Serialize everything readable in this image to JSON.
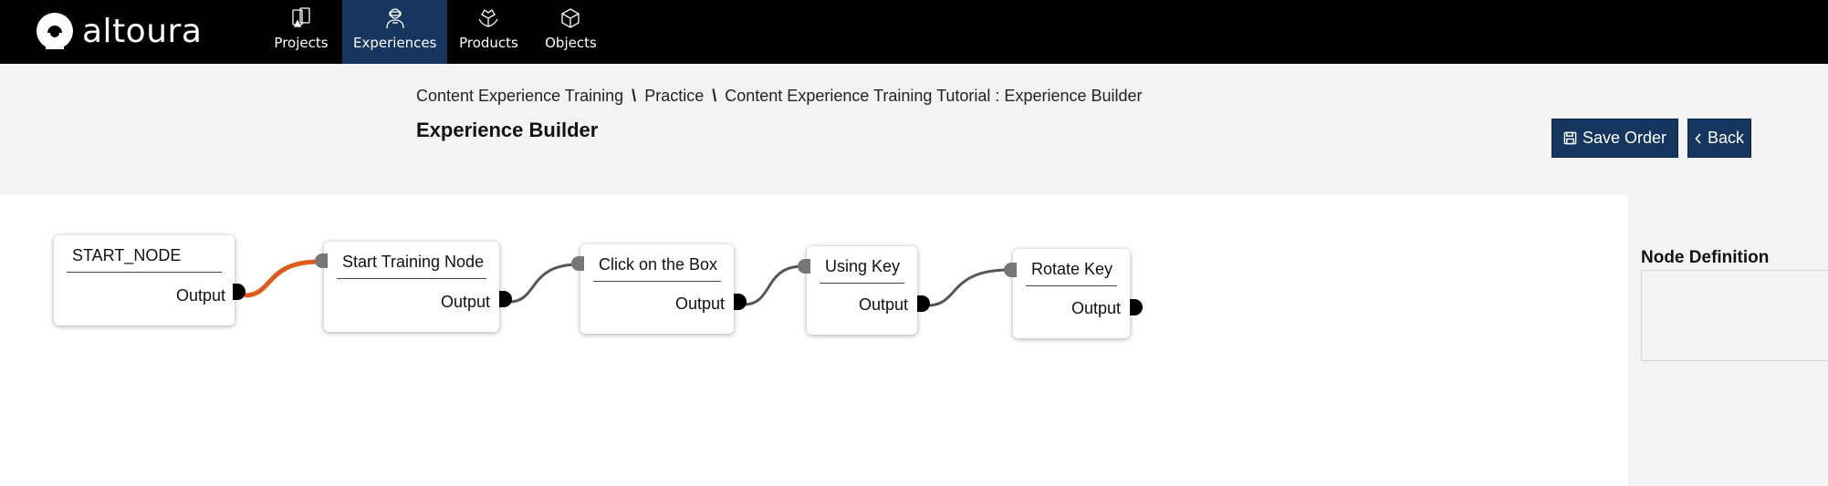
{
  "app": {
    "logo_text": "altoura"
  },
  "nav": {
    "items": [
      {
        "label": "Projects",
        "icon": "projects-icon"
      },
      {
        "label": "Experiences",
        "icon": "experiences-icon",
        "active": true
      },
      {
        "label": "Products",
        "icon": "products-icon"
      },
      {
        "label": "Objects",
        "icon": "objects-icon"
      }
    ]
  },
  "breadcrumb": {
    "items": [
      "Content Experience Training",
      "Practice",
      "Content Experience Training Tutorial : Experience Builder"
    ],
    "separator": "\\"
  },
  "page": {
    "title": "Experience Builder"
  },
  "toolbar": {
    "save_label": "Save Order",
    "back_label": "Back"
  },
  "nodes": [
    {
      "title": "START_NODE",
      "output_label": "Output"
    },
    {
      "title": "Start Training Node",
      "output_label": "Output"
    },
    {
      "title": "Click on the Box",
      "output_label": "Output"
    },
    {
      "title": "Using Key",
      "output_label": "Output"
    },
    {
      "title": "Rotate Key",
      "output_label": "Output"
    }
  ],
  "sidebar": {
    "title": "Node Definition"
  },
  "colors": {
    "topbar": "#000000",
    "nav_active": "#15365f",
    "button": "#15365f",
    "active_link": "#e05a1a",
    "link": "#555555"
  }
}
